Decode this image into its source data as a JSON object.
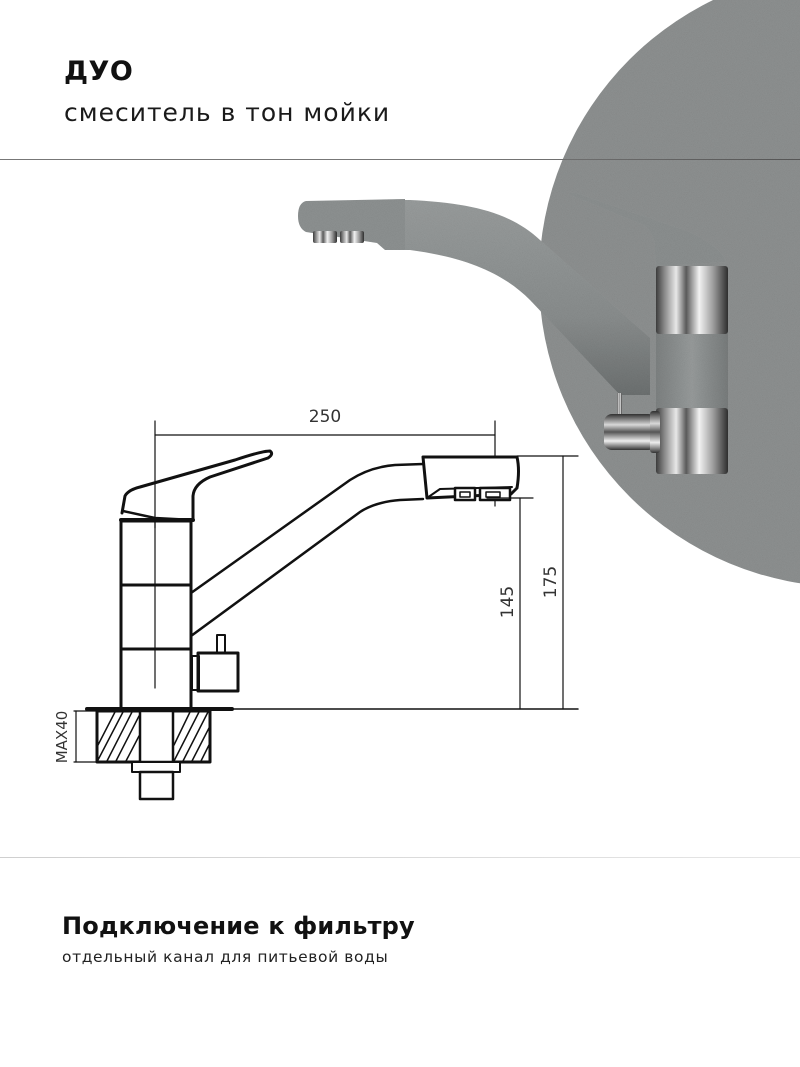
{
  "header": {
    "title": "ДУО",
    "subtitle": "смеситель в тон мойки"
  },
  "drawing": {
    "dimensions": {
      "spout_reach": "250",
      "outlet_height": "145",
      "total_height": "175",
      "max_countertop": "MAX40"
    }
  },
  "feature": {
    "title": "Подключение к фильтру",
    "description": "отдельный канал для питьевой воды"
  },
  "colors": {
    "stone_gray": "#8e9090",
    "chrome": "#b8b8b8",
    "line": "#111111",
    "divider": "#777777"
  }
}
